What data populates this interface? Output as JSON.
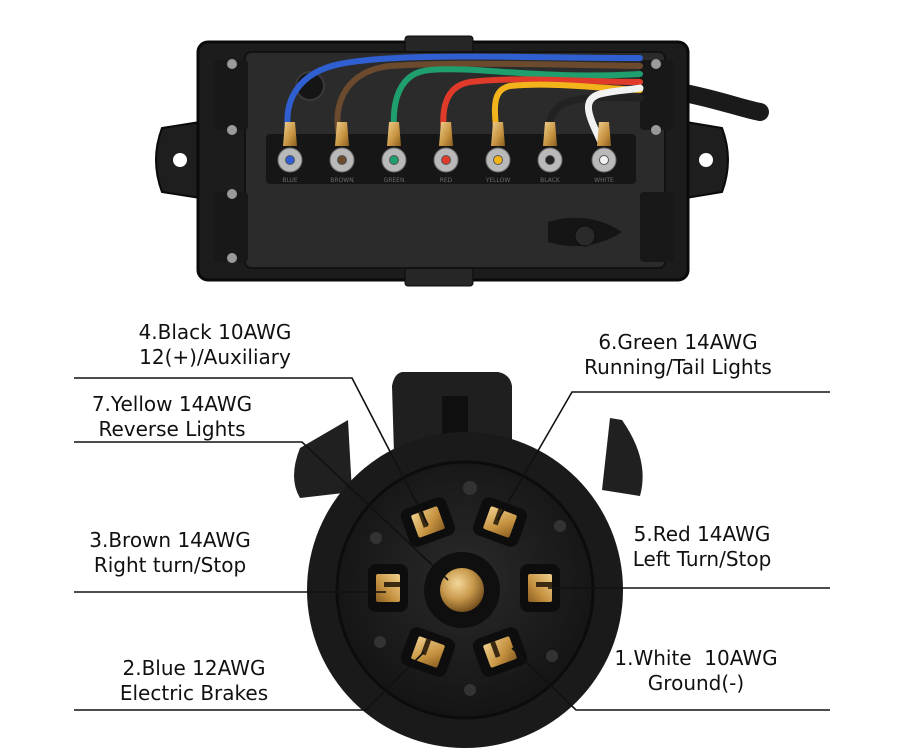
{
  "labels": {
    "black": {
      "line1": "4.Black 10AWG",
      "line2": "12(+)/Auxiliary"
    },
    "yellow": {
      "line1": "7.Yellow 14AWG",
      "line2": "Reverse Lights"
    },
    "brown": {
      "line1": "3.Brown 14AWG",
      "line2": "Right turn/Stop"
    },
    "blue": {
      "line1": "2.Blue 12AWG",
      "line2": "Electric Brakes"
    },
    "green": {
      "line1": "6.Green 14AWG",
      "line2": "Running/Tail Lights"
    },
    "red": {
      "line1": "5.Red 14AWG",
      "line2": "Left Turn/Stop"
    },
    "white": {
      "line1": "1.White  10AWG",
      "line2": "Ground(-)"
    }
  },
  "terminal_tags": [
    "BLUE",
    "BROWN",
    "GREEN",
    "RED",
    "YELLOW",
    "BLACK",
    "WHITE"
  ],
  "wire_colors": {
    "blue": "#2f5fd0",
    "brown": "#6b4a2e",
    "green": "#1f9e6e",
    "red": "#e03a2a",
    "yellow": "#f2b31b",
    "black": "#222222",
    "white": "#f2f2f2"
  },
  "colors": {
    "housing": "#1b1b1b",
    "terminal_brass": "#c99a4d",
    "leader_line": "#111111"
  }
}
